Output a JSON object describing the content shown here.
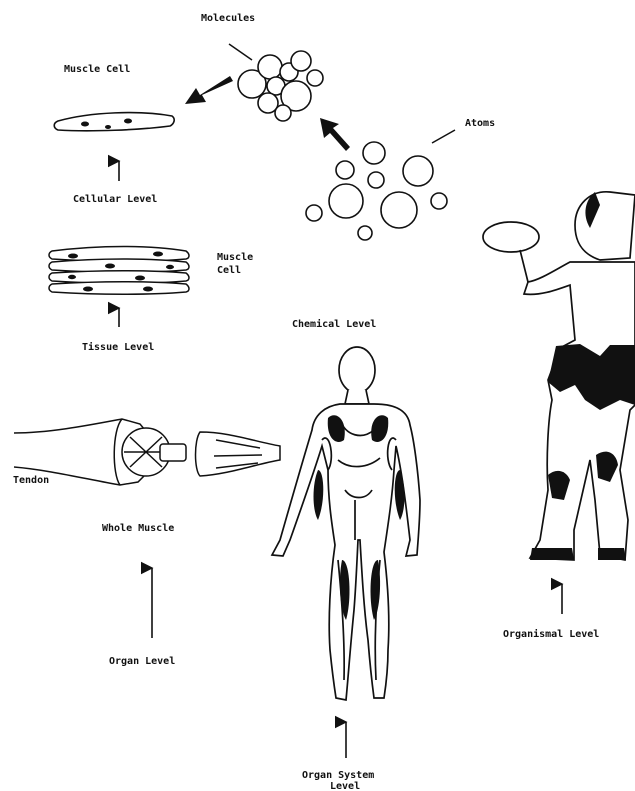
{
  "labels": {
    "molecules": "Molecules",
    "muscle_cell_top": "Muscle Cell",
    "atoms": "Atoms",
    "cellular_level": "Cellular Level",
    "muscle_cell_tissue_line1": "Muscle",
    "muscle_cell_tissue_line2": "Cell",
    "tissue_level": "Tissue Level",
    "chemical_level": "Chemical Level",
    "tendon": "Tendon",
    "whole_muscle": "Whole Muscle",
    "organ_level": "Organ Level",
    "organismal_level": "Organismal Level",
    "organ_system_level_line1": "Organ System",
    "organ_system_level_line2": "Level"
  },
  "colors": {
    "ink": "#111111",
    "background": "#ffffff"
  },
  "icons": [
    "molecule-cluster",
    "atom-circles",
    "muscle-cell",
    "muscle-tissue",
    "whole-muscle",
    "human-muscular-figure",
    "tennis-player"
  ]
}
